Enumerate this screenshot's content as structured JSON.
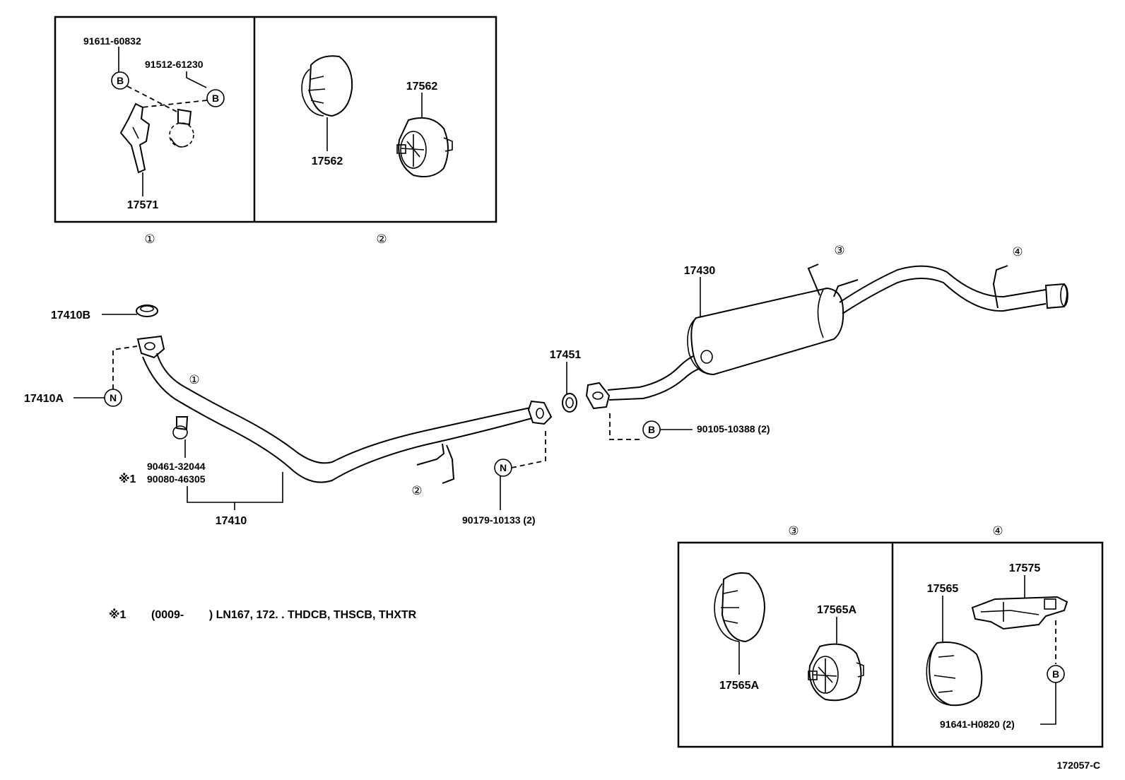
{
  "detail_boxes": {
    "box1": {
      "circle": "①",
      "p91611": "91611-60832",
      "p91512": "91512-61230",
      "p17571": "17571",
      "b1": "B",
      "b2": "B"
    },
    "box2": {
      "circle": "②",
      "p17562_left": "17562",
      "p17562_right": "17562"
    },
    "box3": {
      "circle": "③",
      "p17565A_left": "17565A",
      "p17565A_right": "17565A"
    },
    "box4": {
      "circle": "④",
      "p17565": "17565",
      "p17575": "17575",
      "p91641": "91641-H0820 (2)",
      "b": "B"
    }
  },
  "main": {
    "p17410B": "17410B",
    "p17410A": "17410A",
    "n_17410A": "N",
    "callout_1": "①",
    "p90461": "90461-32044",
    "note_mark": "※1",
    "p90080": "90080-46305",
    "p17410": "17410",
    "callout_2": "②",
    "n_90179": "N",
    "p90179": "90179-10133 (2)",
    "p17451": "17451",
    "b_90105": "B",
    "p90105": "90105-10388 (2)",
    "p17430": "17430",
    "callout_3": "③",
    "callout_4": "④"
  },
  "footnote": {
    "mark": "※1",
    "text": "(0009-        ) LN167, 172. . THDCB, THSCB, THXTR"
  },
  "diagram_code": "172057-C"
}
